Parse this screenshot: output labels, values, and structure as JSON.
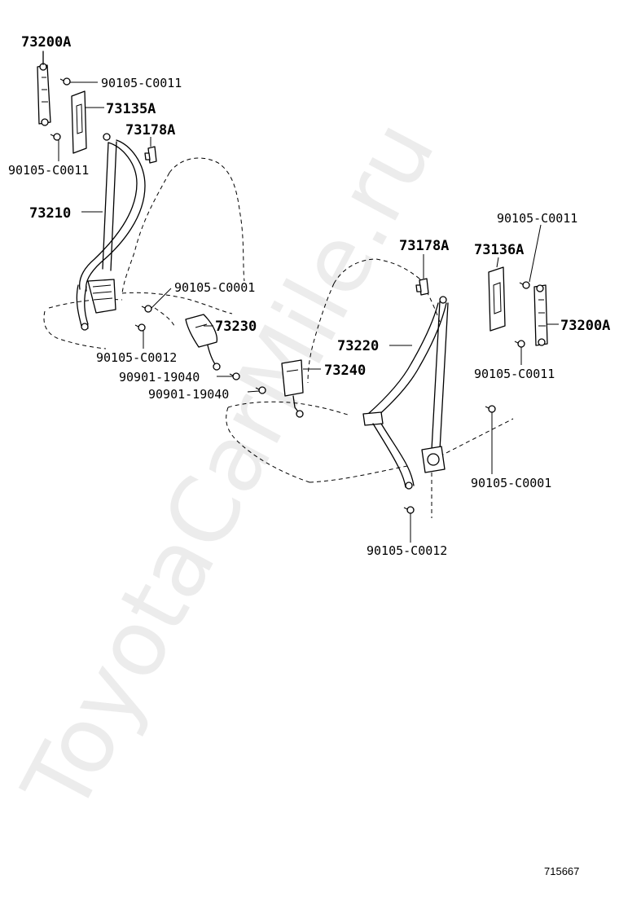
{
  "watermark": "ToyotaCarMile.ru",
  "illustration_number": "715667",
  "callouts": {
    "c73200A_left": "73200A",
    "c90105_C0011_top_left": "90105-C0011",
    "c73135A": "73135A",
    "c73178A_left": "73178A",
    "c90105_C0011_mid_left": "90105-C0011",
    "c73210": "73210",
    "c90105_C0001_left": "90105-C0001",
    "c73230": "73230",
    "c90105_C0012_left": "90105-C0012",
    "c90901_19040_a": "90901-19040",
    "c90901_19040_b": "90901-19040",
    "c73240": "73240",
    "c73178A_right": "73178A",
    "c73136A": "73136A",
    "c90105_C0011_top_right": "90105-C0011",
    "c73200A_right": "73200A",
    "c73220": "73220",
    "c90105_C0011_mid_right": "90105-C0011",
    "c90105_C0001_right": "90105-C0001",
    "c90105_C0012_right": "90105-C0012"
  }
}
